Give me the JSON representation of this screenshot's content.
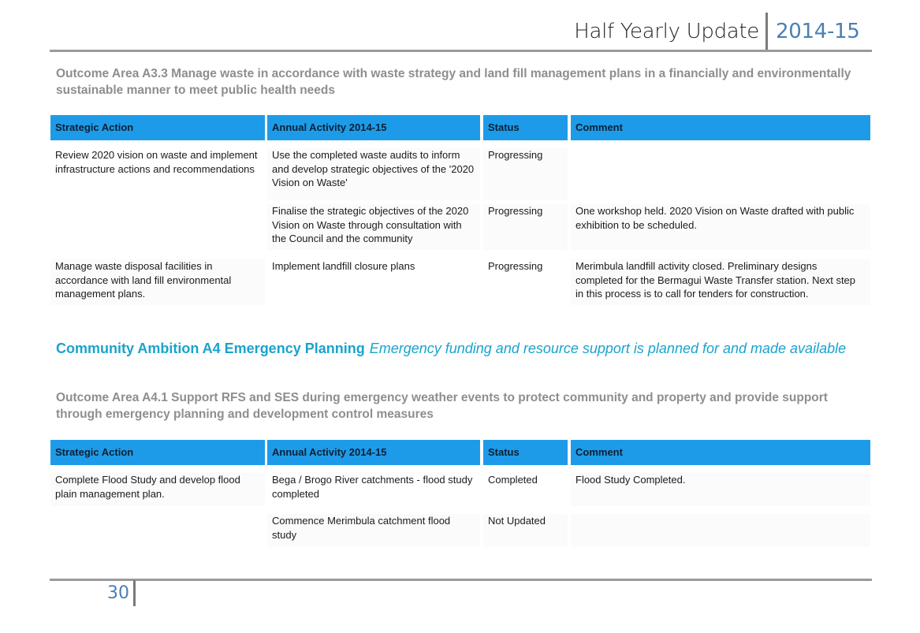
{
  "header": {
    "title": "Half Yearly Update",
    "year": "2014-15"
  },
  "outcome_a33": "Outcome Area A3.3 Manage waste in accordance with waste strategy and land fill management plans in a financially and environmentally sustainable manner to meet public health needs",
  "table1": {
    "headers": [
      "Strategic Action",
      "Annual Activity 2014-15",
      "Status",
      "Comment"
    ],
    "rows": [
      {
        "action": "Review 2020 vision on waste and implement infrastructure actions and recommendations",
        "activity": "Use the completed waste audits to inform and develop strategic objectives of the '2020 Vision on Waste'",
        "status": "Progressing",
        "comment": ""
      },
      {
        "action": "",
        "activity": "Finalise the strategic objectives of the 2020 Vision on Waste through consultation with the Council and the community",
        "status": "Progressing",
        "comment": "One workshop held.  2020 Vision on Waste drafted with public exhibition to be scheduled."
      },
      {
        "action": "Manage waste disposal facilities in accordance with land fill environmental management plans.",
        "activity": "Implement landfill closure plans",
        "status": "Progressing",
        "comment": "Merimbula landfill activity closed.  Preliminary designs completed for the Bermagui Waste Transfer station.  Next step in this process is to call for tenders for construction."
      }
    ]
  },
  "ambition_a4": {
    "title": "Community Ambition A4 Emergency Planning",
    "subtitle": "Emergency funding and resource support is planned for and made available"
  },
  "outcome_a41": "Outcome Area A4.1 Support RFS and SES during emergency weather events to protect community and property and provide support through emergency planning and development control measures",
  "table2": {
    "headers": [
      "Strategic Action",
      "Annual Activity 2014-15",
      "Status",
      "Comment"
    ],
    "rows": [
      {
        "action": "Complete Flood Study and develop flood plain management plan.",
        "activity": "Bega / Brogo River catchments - flood study completed",
        "status": "Completed",
        "comment": "Flood Study Completed."
      },
      {
        "action": "",
        "activity": "Commence Merimbula catchment flood study",
        "status": "Not Updated",
        "comment": ""
      }
    ]
  },
  "footer": {
    "page_number": "30"
  }
}
